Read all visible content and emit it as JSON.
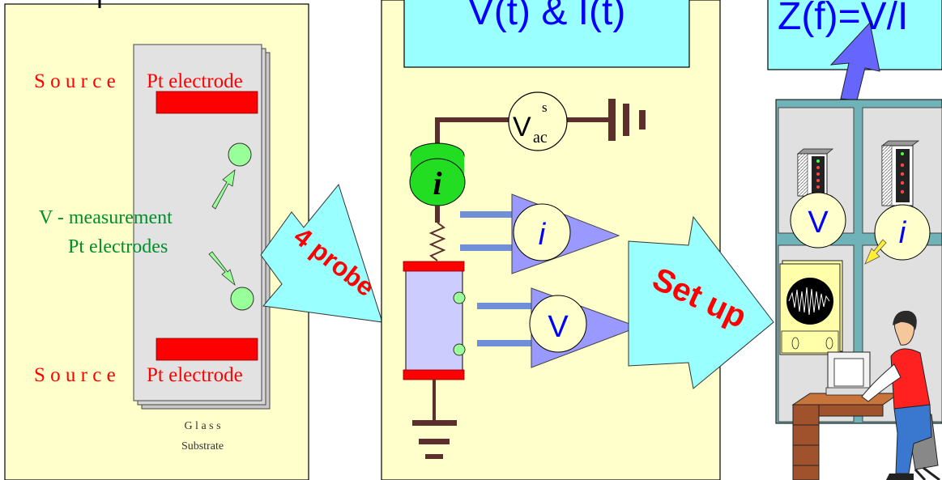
{
  "colors": {
    "panel": "#ffffcc",
    "box": "#99ffff",
    "red": "#ff0000",
    "green": "#008f2a",
    "electrode_green": "#99ff99",
    "blue_text": "#0000ff",
    "amp": "#9999ff",
    "circle": "#ffffcc",
    "rack": "#6fb3b8",
    "arrow": "#99ffff",
    "up_arrow": "#6666ff",
    "wire": "#5c2e2e",
    "lead": "#6f8fd8",
    "sample": "#ccccff"
  },
  "sample": {
    "source_top": "S o u r c e",
    "electrode_top": "Pt electrode",
    "source_bottom": "S o u r c e",
    "electrode_bottom": "Pt electrode",
    "v_measure_line1": "V - measurement",
    "v_measure_line2": "Pt electrodes",
    "glass_line1": "G l a s s",
    "glass_line2": "Substrate"
  },
  "arrows": {
    "probe_label": "4 probe",
    "setup_label": "Set up"
  },
  "circuit": {
    "top_box_text": "V(t) & I(t)",
    "source_v": "V",
    "source_sup": "s",
    "source_sub": "ac",
    "current_probe_symbol": "i",
    "amp_i_symbol": "i",
    "amp_v_symbol": "V"
  },
  "rack": {
    "top_box_text": "Z(f)=V/I",
    "v_meter_symbol": "V",
    "i_meter_symbol": "i"
  }
}
